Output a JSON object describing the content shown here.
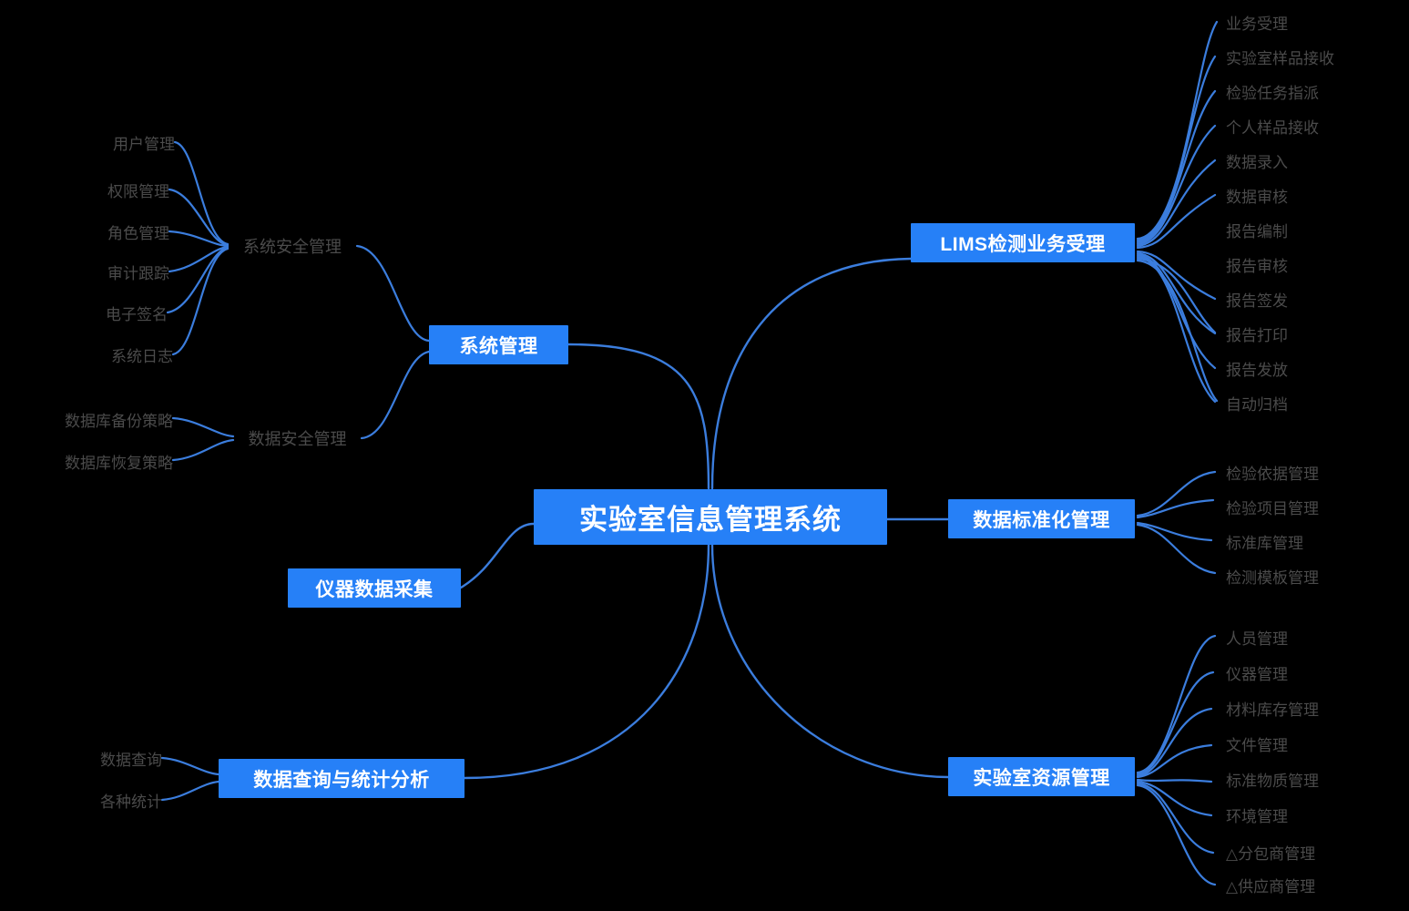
{
  "diagram": {
    "type": "mind-map",
    "title": "实验室信息管理系统",
    "background_color": "#000000",
    "accent_color": "#2680f7",
    "leaf_text_color": "#4b4b4b",
    "root": {
      "label": "实验室信息管理系统",
      "style": "box"
    },
    "branches": [
      {
        "id": "system-management",
        "label": "系统管理",
        "style": "box",
        "side": "left",
        "children": [
          {
            "id": "system-security-management",
            "label": "系统安全管理",
            "style": "plain",
            "children": [
              {
                "label": "用户管理"
              },
              {
                "label": "权限管理"
              },
              {
                "label": "角色管理"
              },
              {
                "label": "审计跟踪"
              },
              {
                "label": "电子签名"
              },
              {
                "label": "系统日志"
              }
            ]
          },
          {
            "id": "data-security-management",
            "label": "数据安全管理",
            "style": "plain",
            "children": [
              {
                "label": "数据库备份策略"
              },
              {
                "label": "数据库恢复策略"
              }
            ]
          }
        ]
      },
      {
        "id": "instrument-data-acquisition",
        "label": "仪器数据采集",
        "style": "box",
        "side": "left",
        "children": []
      },
      {
        "id": "data-query-and-statistical-analysis",
        "label": "数据查询与统计分析",
        "style": "box",
        "side": "left",
        "children": [
          {
            "label": "数据查询"
          },
          {
            "label": "各种统计"
          }
        ]
      },
      {
        "id": "lims-testing-business-acceptance",
        "label": "LIMS检测业务受理",
        "style": "box",
        "side": "right",
        "children": [
          {
            "label": "业务受理"
          },
          {
            "label": "实验室样品接收"
          },
          {
            "label": "检验任务指派"
          },
          {
            "label": "个人样品接收"
          },
          {
            "label": "数据录入"
          },
          {
            "label": "数据审核"
          },
          {
            "label": "报告编制"
          },
          {
            "label": "报告审核"
          },
          {
            "label": "报告签发"
          },
          {
            "label": "报告打印"
          },
          {
            "label": "报告发放"
          },
          {
            "label": "自动归档"
          }
        ]
      },
      {
        "id": "data-standardization-management",
        "label": "数据标准化管理",
        "style": "box",
        "side": "right",
        "children": [
          {
            "label": "检验依据管理"
          },
          {
            "label": "检验项目管理"
          },
          {
            "label": "标准库管理"
          },
          {
            "label": "检测模板管理"
          }
        ]
      },
      {
        "id": "laboratory-resource-management",
        "label": "实验室资源管理",
        "style": "box",
        "side": "right",
        "children": [
          {
            "label": "人员管理"
          },
          {
            "label": "仪器管理"
          },
          {
            "label": "材料库存管理"
          },
          {
            "label": "文件管理"
          },
          {
            "label": "标准物质管理"
          },
          {
            "label": "环境管理"
          },
          {
            "label": "△分包商管理"
          },
          {
            "label": "△供应商管理"
          }
        ]
      }
    ]
  }
}
